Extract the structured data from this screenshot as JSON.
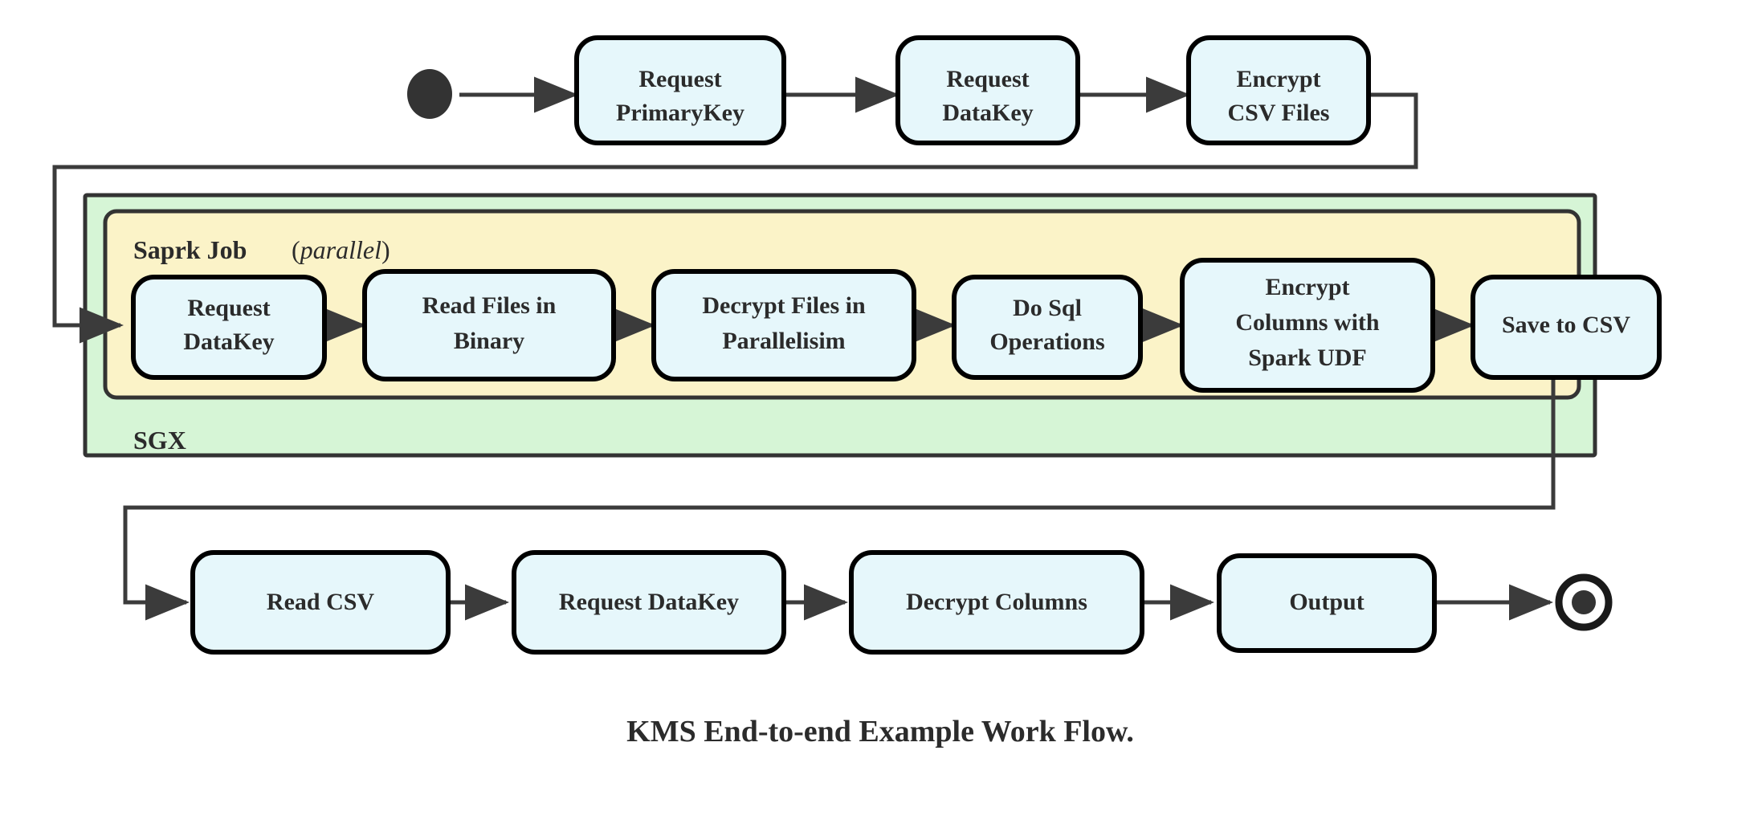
{
  "diagram": {
    "caption": "KMS End-to-end Example Work Flow.",
    "colors": {
      "node_fill": "#e6f7fb",
      "node_stroke": "#000000",
      "sgx_fill": "#d6f5d6",
      "spark_fill": "#fbf3c8",
      "group_stroke": "#333333",
      "connector": "#3b3b3b",
      "text": "#2b2b2b",
      "background": "#ffffff"
    },
    "start_marker": "filled-circle-start-node",
    "end_marker": "bullseye-final-node",
    "groups": [
      {
        "name": "sgx",
        "label": "SGX",
        "label_position": "bottom-left"
      },
      {
        "name": "spark-job",
        "label": "Saprk Job",
        "label_suffix_open": "(",
        "label_suffix_italic": "parallel",
        "label_suffix_close": ")",
        "label_position": "top-left"
      }
    ],
    "rows": {
      "top": [
        {
          "id": "request-primarykey",
          "lines": [
            "Request",
            "PrimaryKey"
          ]
        },
        {
          "id": "request-datakey-top",
          "lines": [
            "Request",
            "DataKey"
          ]
        },
        {
          "id": "encrypt-csv-files",
          "lines": [
            "Encrypt",
            "CSV Files"
          ]
        }
      ],
      "middle": [
        {
          "id": "request-datakey-spark",
          "lines": [
            "Request",
            "DataKey"
          ]
        },
        {
          "id": "read-files-in-binary",
          "lines": [
            "Read Files in",
            "Binary"
          ]
        },
        {
          "id": "decrypt-files-in-parallelisim",
          "lines": [
            "Decrypt Files in",
            "Parallelisim"
          ]
        },
        {
          "id": "do-sql-operations",
          "lines": [
            "Do Sql",
            "Operations"
          ]
        },
        {
          "id": "encrypt-columns-with-spark-udf",
          "lines": [
            "Encrypt",
            "Columns with",
            "Spark UDF"
          ]
        },
        {
          "id": "save-to-csv",
          "lines": [
            "Save to CSV"
          ]
        }
      ],
      "bottom": [
        {
          "id": "read-csv",
          "lines": [
            "Read CSV"
          ]
        },
        {
          "id": "request-datakey-bottom",
          "lines": [
            "Request DataKey"
          ]
        },
        {
          "id": "decrypt-columns",
          "lines": [
            "Decrypt Columns"
          ]
        },
        {
          "id": "output",
          "lines": [
            "Output"
          ]
        }
      ]
    }
  }
}
